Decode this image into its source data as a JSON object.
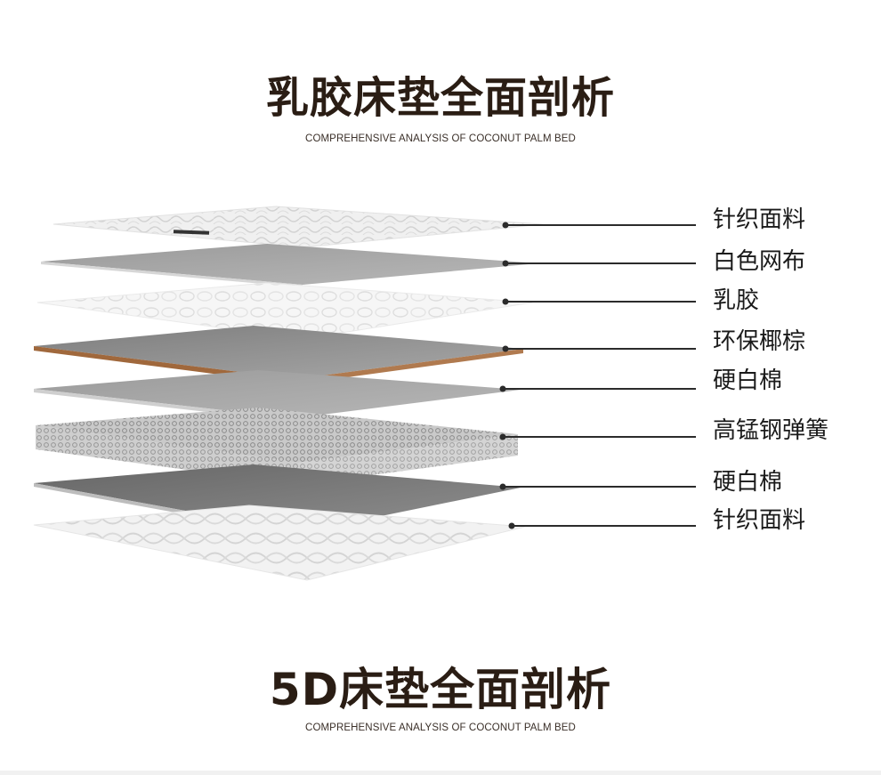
{
  "header": {
    "title": "乳胶床垫全面剖析",
    "subtitle": "COMPREHENSIVE ANALYSIS OF COCONUT PALM BED"
  },
  "layers": [
    {
      "label": "针织面料"
    },
    {
      "label": "白色网布"
    },
    {
      "label": "乳胶"
    },
    {
      "label": "环保椰棕"
    },
    {
      "label": "硬白棉"
    },
    {
      "label": "高锰钢弹簧"
    },
    {
      "label": "硬白棉"
    },
    {
      "label": "针织面料"
    }
  ],
  "footer": {
    "title": "5D床垫全面剖析",
    "subtitle": "COMPREHENSIVE ANALYSIS OF COCONUT PALM BED"
  },
  "colors": {
    "title": "#2a1d14",
    "line": "#2b2b2b",
    "coir_edge": "#a0683c"
  }
}
